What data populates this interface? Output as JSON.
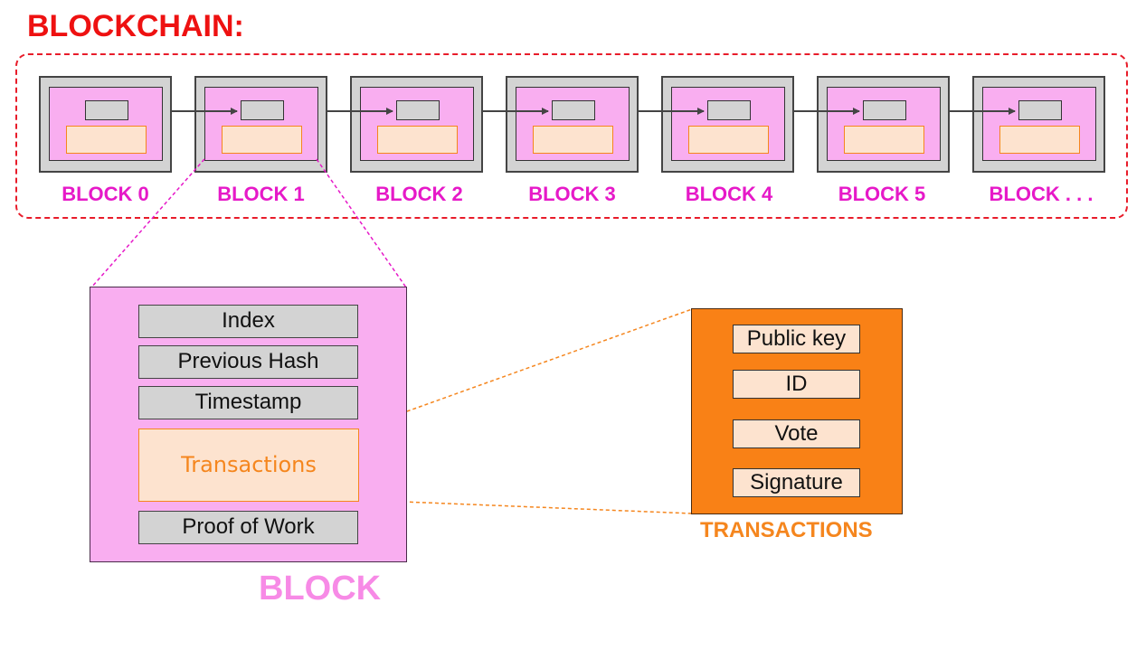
{
  "title": "BLOCKCHAIN:",
  "chain": {
    "blocks": [
      {
        "label": "BLOCK 0"
      },
      {
        "label": "BLOCK 1"
      },
      {
        "label": "BLOCK 2"
      },
      {
        "label": "BLOCK 3"
      },
      {
        "label": "BLOCK 4"
      },
      {
        "label": "BLOCK 5"
      },
      {
        "label": "BLOCK . . ."
      }
    ]
  },
  "block_detail": {
    "fields": [
      "Index",
      "Previous Hash",
      "Timestamp"
    ],
    "transactions_label": "Transactions",
    "proof_label": "Proof of Work",
    "caption": "BLOCK"
  },
  "transaction_detail": {
    "items": [
      "Public key",
      "ID",
      "Vote",
      "Signature"
    ],
    "caption": "TRANSACTIONS"
  },
  "colors": {
    "title": "#ee1111",
    "block_label": "#e619c8",
    "block_fill": "#f9aef0",
    "hash_fill": "#d3d3d3",
    "transaction_fill": "#fde3cf",
    "transaction_accent": "#f98116",
    "block_caption": "#f78ae6"
  }
}
